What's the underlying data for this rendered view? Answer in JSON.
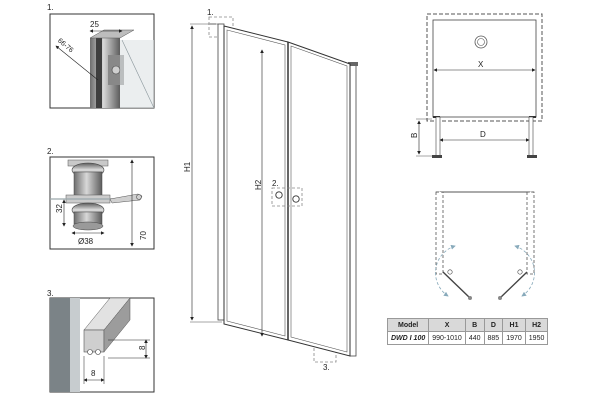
{
  "detail_1": {
    "label": "1.",
    "width_value": "25",
    "range_value": "66-76"
  },
  "detail_2": {
    "label": "2.",
    "height_value": "32",
    "total_value": "70",
    "diameter_value": "Ø38"
  },
  "detail_3": {
    "label": "3.",
    "height_value": "8",
    "width_value": "8"
  },
  "front_view": {
    "callout_1": "1.",
    "callout_2": "2.",
    "callout_3": "3.",
    "h1_label": "H1",
    "h2_label": "H2"
  },
  "top_view": {
    "x_label": "X",
    "d_label": "D",
    "b_label": "B"
  },
  "spec_table": {
    "headers": [
      "Model",
      "X",
      "B",
      "D",
      "H1",
      "H2"
    ],
    "rows": [
      [
        "DWD I 100",
        "990-1010",
        "440",
        "885",
        "1970",
        "1950"
      ]
    ]
  }
}
